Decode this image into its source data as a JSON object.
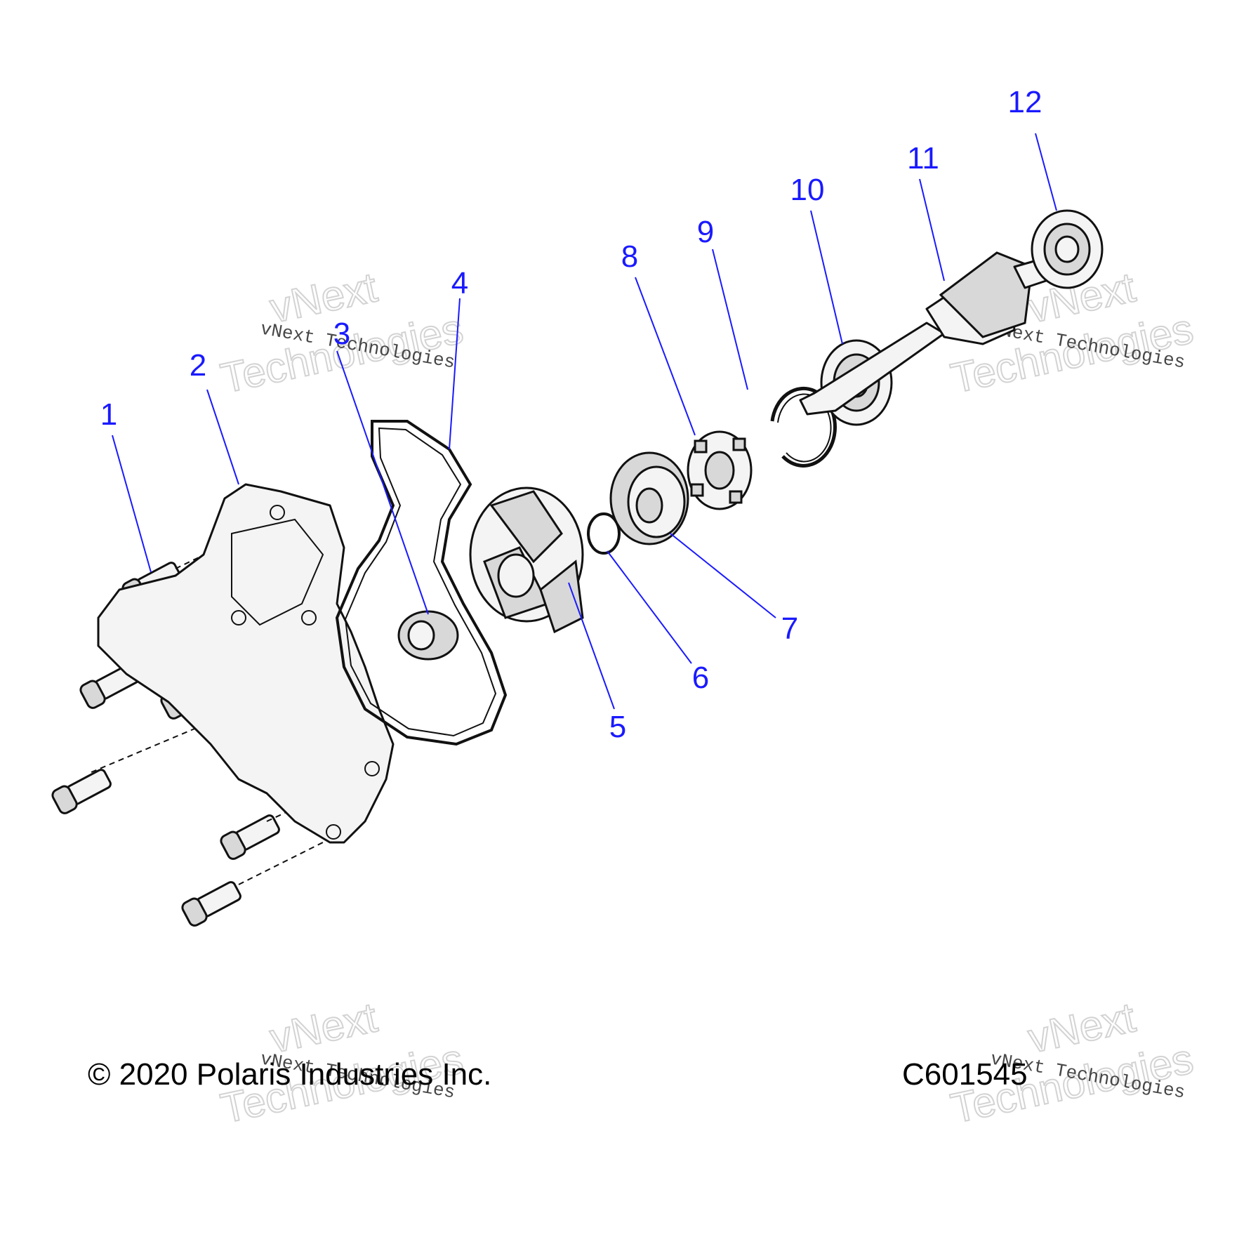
{
  "callouts": [
    {
      "label": "1"
    },
    {
      "label": "2"
    },
    {
      "label": "3"
    },
    {
      "label": "4"
    },
    {
      "label": "5"
    },
    {
      "label": "6"
    },
    {
      "label": "7"
    },
    {
      "label": "8"
    },
    {
      "label": "9"
    },
    {
      "label": "10"
    },
    {
      "label": "11"
    },
    {
      "label": "12"
    }
  ],
  "footer": {
    "copyright": "© 2020 Polaris Industries Inc.",
    "figure_id": "C601545"
  },
  "watermark": {
    "line_serif": "vNext Technologies",
    "line_big_1": "vNext",
    "line_big_2": "Technologies"
  },
  "colors": {
    "callout": "#1a1aff",
    "line": "#111111"
  }
}
